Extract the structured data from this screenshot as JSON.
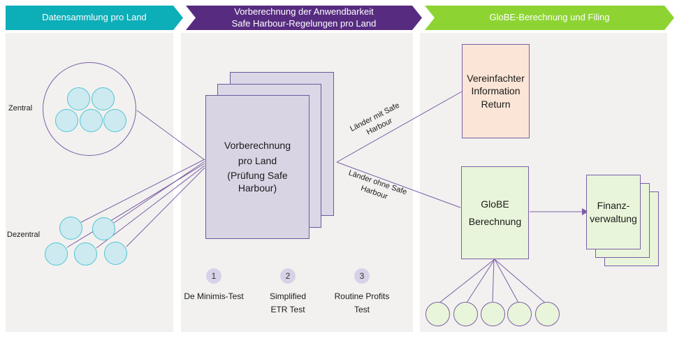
{
  "process_steps": {
    "step1": "Datensammlung pro Land",
    "step2_line1": "Vorberechnung der Anwendbarkeit",
    "step2_line2": "Safe Harbour-Regelungen pro Land",
    "step3": "GloBE-Berechnung und Filing"
  },
  "data_collection": {
    "zentral_label": "Zentral",
    "dezentral_label": "Dezentral"
  },
  "precalculation": {
    "document_line1": "Vorberechnung",
    "document_line2": "pro Land",
    "document_line3": "(Prüfung Safe Harbour)",
    "tests": [
      {
        "number": "1",
        "line1": "De Minimis-Test",
        "line2": ""
      },
      {
        "number": "2",
        "line1": "Simplified",
        "line2": "ETR Test"
      },
      {
        "number": "3",
        "line1": "Routine Profits",
        "line2": "Test"
      }
    ]
  },
  "branch_labels": {
    "with_safe_harbour": "Länder mit Safe Harbour",
    "without_safe_harbour": "Länder ohne Safe Harbour"
  },
  "globe_filing": {
    "information_return": "Vereinfachter Information Return",
    "globe_line1": "GloBE",
    "globe_line2": "Berechnung",
    "finanz_line1": "Finanz-",
    "finanz_line2": "verwaltung"
  },
  "colors": {
    "step1_teal": "#0CAEB8",
    "step2_purple": "#572C80",
    "step3_green": "#8DD433",
    "panel_gray": "#F2F1EF",
    "connector_purple": "#7B5EA7",
    "document_lavender": "#D9D4E4",
    "entity_cyan_fill": "#CDEAF1",
    "entity_cyan_border": "#4FC4D4",
    "return_box_peach": "#FBE5D6",
    "globe_box_green": "#E9F5DA",
    "test_badge_lavender": "#D8D2E8"
  }
}
